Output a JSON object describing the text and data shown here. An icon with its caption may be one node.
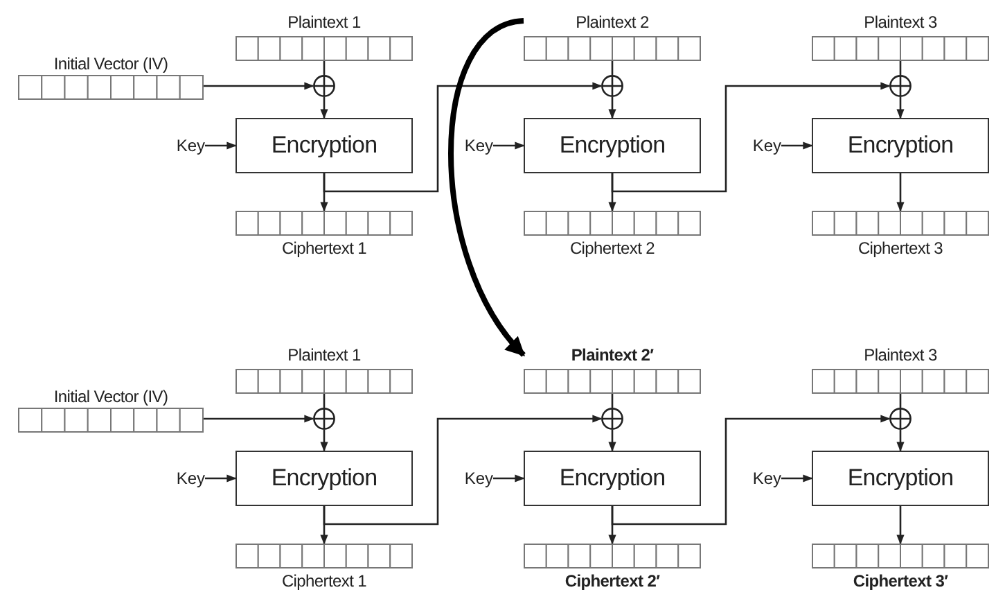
{
  "diagram": {
    "nodes": [
      {
        "text": [
          "Plaintext 1"
        ]
      },
      {
        "text": [
          "Plaintext 2"
        ]
      },
      {
        "text": [
          "Plaintext 3"
        ]
      },
      {
        "text": [
          "Initial Vector (IV)"
        ]
      },
      {
        "text": [],
        "shape": "circle"
      },
      {
        "text": [],
        "shape": "circle"
      },
      {
        "text": [],
        "shape": "circle"
      },
      {
        "text": [
          "Key"
        ]
      },
      {
        "text": [
          "Encryption"
        ]
      },
      {
        "text": [
          "Key"
        ]
      },
      {
        "text": [
          "Encryption"
        ]
      },
      {
        "text": [
          "Key"
        ]
      },
      {
        "text": [
          "Encryption"
        ]
      },
      {
        "text": [
          "Ciphertext 1"
        ]
      },
      {
        "text": [
          "Ciphertext 2"
        ]
      },
      {
        "text": [
          "Ciphertext 3"
        ]
      },
      {
        "text": [
          "Plaintext 1"
        ]
      },
      {
        "text": [
          "Plaintext 2′"
        ]
      },
      {
        "text": [
          "Plaintext 3"
        ]
      },
      {
        "text": [
          "Initial Vector (IV)"
        ]
      },
      {
        "text": [],
        "shape": "circle"
      },
      {
        "text": [],
        "shape": "circle"
      },
      {
        "text": [],
        "shape": "circle"
      },
      {
        "text": [
          "Key"
        ]
      },
      {
        "text": [
          "Encryption"
        ]
      },
      {
        "text": [
          "Key"
        ]
      },
      {
        "text": [
          "Encryption"
        ]
      },
      {
        "text": [
          "Key"
        ]
      },
      {
        "text": [
          "Encryption"
        ]
      },
      {
        "text": [
          "Ciphertext 1"
        ]
      },
      {
        "text": [
          "Ciphertext 2′"
        ]
      },
      {
        "text": [
          "Ciphertext 3′"
        ]
      }
    ],
    "edges": [
      {
        "from": 0,
        "to": 4,
        "arrow": "none"
      },
      {
        "from": 1,
        "to": 5,
        "arrow": "none"
      },
      {
        "from": 2,
        "to": 6,
        "arrow": "none"
      },
      {
        "from": 3,
        "to": 4,
        "arrow": "to"
      },
      {
        "from": 4,
        "to": 8,
        "arrow": "to"
      },
      {
        "from": 5,
        "to": 10,
        "arrow": "to"
      },
      {
        "from": 6,
        "to": 12,
        "arrow": "to"
      },
      {
        "from": 7,
        "to": 8,
        "arrow": "to"
      },
      {
        "from": 9,
        "to": 10,
        "arrow": "to"
      },
      {
        "from": 11,
        "to": 12,
        "arrow": "to"
      },
      {
        "from": 8,
        "to": 13,
        "arrow": "to"
      },
      {
        "from": 10,
        "to": 14,
        "arrow": "to"
      },
      {
        "from": 12,
        "to": 15,
        "arrow": "to"
      },
      {
        "from": 8,
        "to": 5,
        "arrow": "to"
      },
      {
        "from": 10,
        "to": 6,
        "arrow": "to"
      },
      {
        "from": 16,
        "to": 20,
        "arrow": "none"
      },
      {
        "from": 17,
        "to": 21,
        "arrow": "none"
      },
      {
        "from": 18,
        "to": 22,
        "arrow": "none"
      },
      {
        "from": 19,
        "to": 20,
        "arrow": "to"
      },
      {
        "from": 20,
        "to": 24,
        "arrow": "to"
      },
      {
        "from": 21,
        "to": 26,
        "arrow": "to"
      },
      {
        "from": 22,
        "to": 28,
        "arrow": "to"
      },
      {
        "from": 23,
        "to": 24,
        "arrow": "to"
      },
      {
        "from": 25,
        "to": 26,
        "arrow": "to"
      },
      {
        "from": 27,
        "to": 28,
        "arrow": "to"
      },
      {
        "from": 24,
        "to": 29,
        "arrow": "to"
      },
      {
        "from": 26,
        "to": 30,
        "arrow": "to"
      },
      {
        "from": 28,
        "to": 31,
        "arrow": "to"
      },
      {
        "from": 24,
        "to": 21,
        "arrow": "to"
      },
      {
        "from": 26,
        "to": 22,
        "arrow": "to"
      },
      {
        "from": 1,
        "to": 17,
        "arrow": "to",
        "style": "thick"
      }
    ]
  }
}
